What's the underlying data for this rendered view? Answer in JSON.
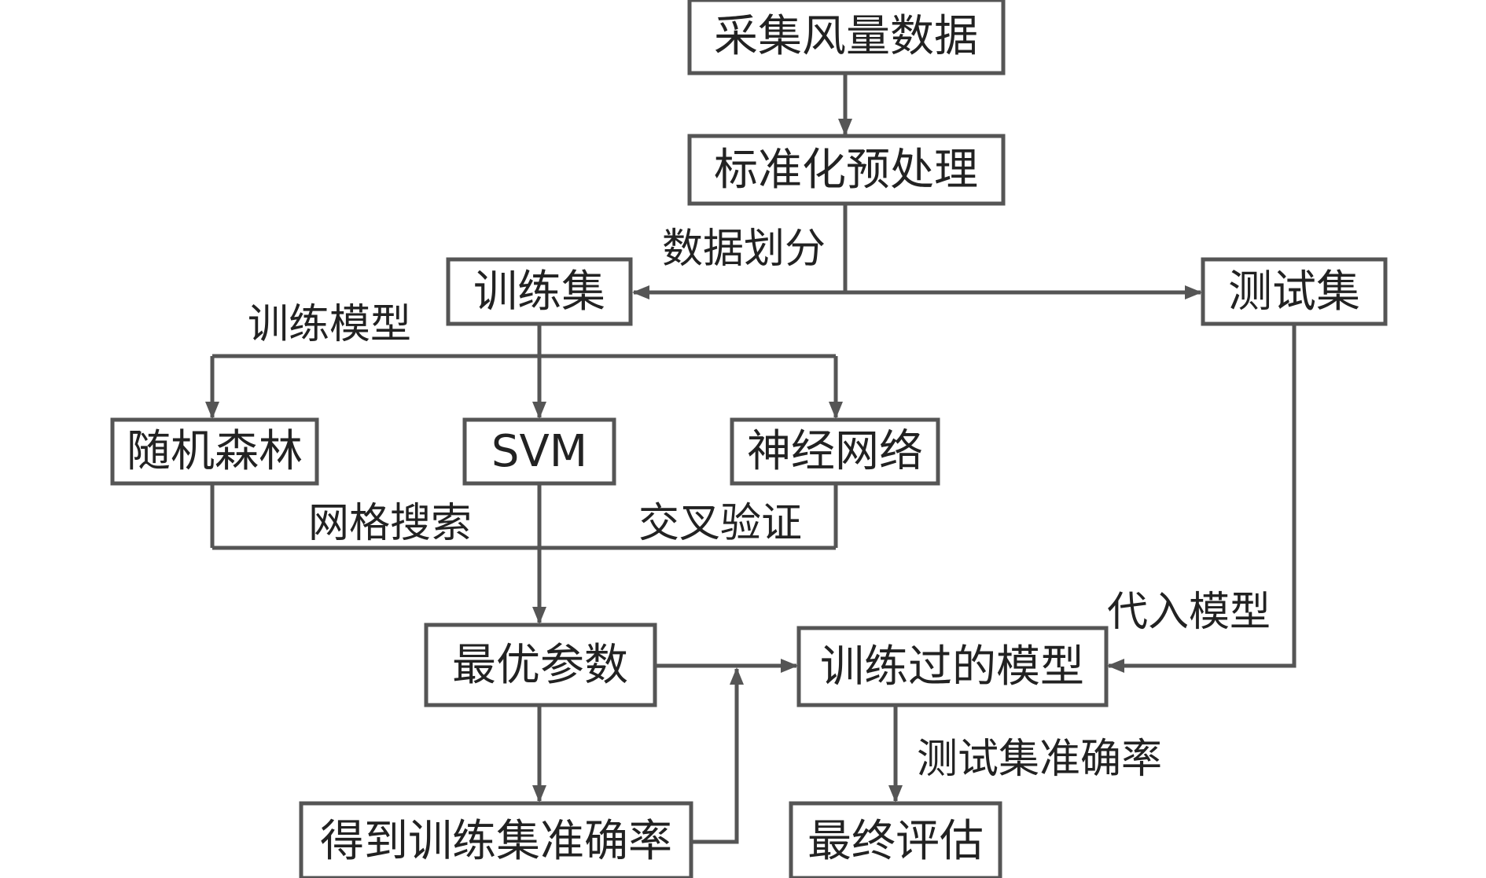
{
  "nodes": {
    "collect": "采集风量数据",
    "standardize": "标准化预处理",
    "train_set": "训练集",
    "test_set": "测试集",
    "random_forest": "随机森林",
    "svm": "SVM",
    "neural_net": "神经网络",
    "best_params": "最优参数",
    "trained_model": "训练过的模型",
    "train_accuracy": "得到训练集准确率",
    "final_eval": "最终评估"
  },
  "edge_labels": {
    "data_split": "数据划分",
    "train_model": "训练模型",
    "grid_search": "网格搜索",
    "cross_validation": "交叉验证",
    "apply_model": "代入模型",
    "test_accuracy": "测试集准确率"
  },
  "colors": {
    "stroke": "#555555",
    "text": "#222222",
    "background": "#ffffff"
  }
}
